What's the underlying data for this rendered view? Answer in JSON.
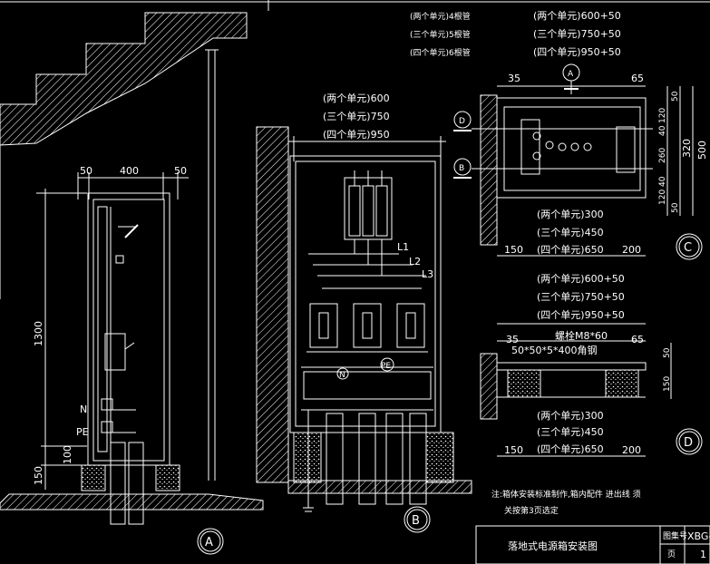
{
  "drawing": {
    "title": "落地式电源箱安装图",
    "labels": {
      "drawing_no": "图集号",
      "page": "页"
    },
    "drawing_no": "XBG-",
    "page_no": "1",
    "note_line1": "注:箱体安装标准制作,箱内配件 进出线 须",
    "note_line2": "关按第3页选定"
  },
  "view_a": {
    "tag": "A",
    "width_dims": [
      "50",
      "400",
      "50"
    ],
    "height_dim": "1300",
    "base_dim": "150",
    "offset_dim": "100",
    "label_n": "N",
    "label_pe": "PE"
  },
  "view_b": {
    "tag": "B",
    "widths": [
      "(两个单元)600",
      "(三个单元)750",
      "(四个单元)950"
    ],
    "phases": [
      "L1",
      "L2",
      "L3"
    ],
    "bus_n": "N",
    "bus_pe": "PE"
  },
  "view_c": {
    "tag": "C",
    "tubes": [
      "(两个单元)4根管",
      "(三个单元)5根管",
      "(四个单元)6根管"
    ],
    "widths": [
      "(两个单元)600+50",
      "(三个单元)750+50",
      "(四个单元)950+50"
    ],
    "left_dim": "35",
    "right_dim": "65",
    "right_dims": [
      "120",
      "40",
      "260",
      "40",
      "120",
      "50"
    ],
    "mid_dim": "320",
    "total_dim": "500",
    "depths": [
      "(两个单元)300",
      "(三个单元)450",
      "(四个单元)650"
    ],
    "bottom_left": "150",
    "bottom_right": "200",
    "ref_a": "A",
    "ref_b": "B",
    "ref_d": "D"
  },
  "view_d": {
    "tag": "D",
    "widths": [
      "(两个单元)600+50",
      "(三个单元)750+50",
      "(四个单元)950+50"
    ],
    "bolt": "螺栓M8*60",
    "angle": "50*50*5*400角钢",
    "left_dim": "35",
    "right_dim": "65",
    "height_50": "50",
    "height_150": "150",
    "depths": [
      "(两个单元)300",
      "(三个单元)450",
      "(四个单元)650"
    ],
    "bottom_left": "150",
    "bottom_right": "200"
  }
}
